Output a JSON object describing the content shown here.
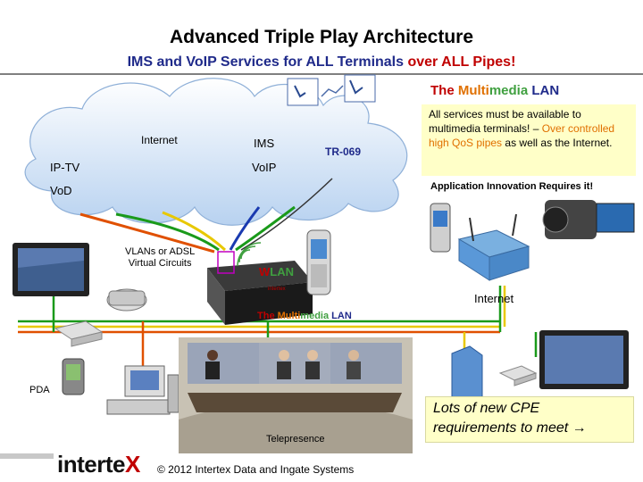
{
  "title": "Advanced Triple Play Architecture",
  "subtitle": {
    "main": "IMS and VoIP Services for ALL Terminals",
    "highlight": "over ALL Pipes!"
  },
  "multimedia_lan_top": [
    "The ",
    "Multi",
    "media",
    " LAN"
  ],
  "multimedia_lan_bottom": [
    "The ",
    "Multi",
    "media",
    " LAN"
  ],
  "cloud_labels": {
    "internet": "Internet",
    "ims": "IMS",
    "tr069": "TR-069",
    "iptv": "IP-TV",
    "voip": "VoIP",
    "vod": "VoD"
  },
  "info_box": {
    "line1": "All services must be available to multimedia terminals! – ",
    "highlight1": "Over controlled high QoS pipes ",
    "line2": "as well as the Internet."
  },
  "innovation": "Application Innovation Requires it!",
  "vlans": [
    "VLANs or ADSL",
    "Virtual Circuits"
  ],
  "wlan": [
    "W",
    "LAN"
  ],
  "internet_right": "Internet",
  "pda": "PDA",
  "telepresence": "Telepresence",
  "lots_box": "Lots of new CPE requirements to meet",
  "arrow": "→",
  "footer": {
    "logo_main": "interte",
    "logo_x": "X",
    "copyright": "© 2012 Intertex Data and Ingate Systems"
  },
  "colors": {
    "title_blue": "#1f2a8a",
    "accent_red": "#c00000",
    "accent_orange": "#e07000",
    "note_yellow": "#ffffc8",
    "cloud_blue": "#dbe9fa",
    "line_green": "#1a9a1a",
    "line_yellow": "#e8c800",
    "line_blue": "#1a3ab0",
    "line_orange": "#e05000"
  }
}
